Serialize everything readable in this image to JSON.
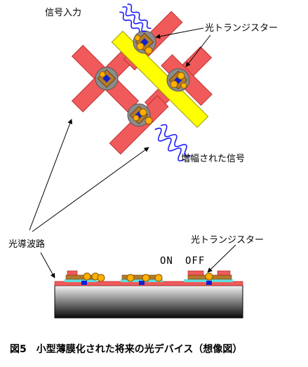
{
  "labels": {
    "signal_input": "信号入力",
    "phototransistor_top": "光トランジスター",
    "amplified_signal": "増幅された信号",
    "optical_waveguide": "光導波路",
    "phototransistor_bottom": "光トランジスター",
    "on": "ON",
    "off": "OFF"
  },
  "caption": "図5　小型薄膜化された将来の光デバイス（想像図）",
  "colors": {
    "waveguide_red": "#f05a5a",
    "signal_yellow": "#ffff00",
    "transistor_gray": "#8c8c8c",
    "transistor_brown": "#b27a2a",
    "transistor_dot": "#ffb000",
    "wave_blue": "#1a1aff",
    "substrate_dark": "#111111",
    "substrate_light": "#d8d8d8",
    "layer_cyan": "#5fe0e0",
    "layer_blue": "#1020d0"
  }
}
